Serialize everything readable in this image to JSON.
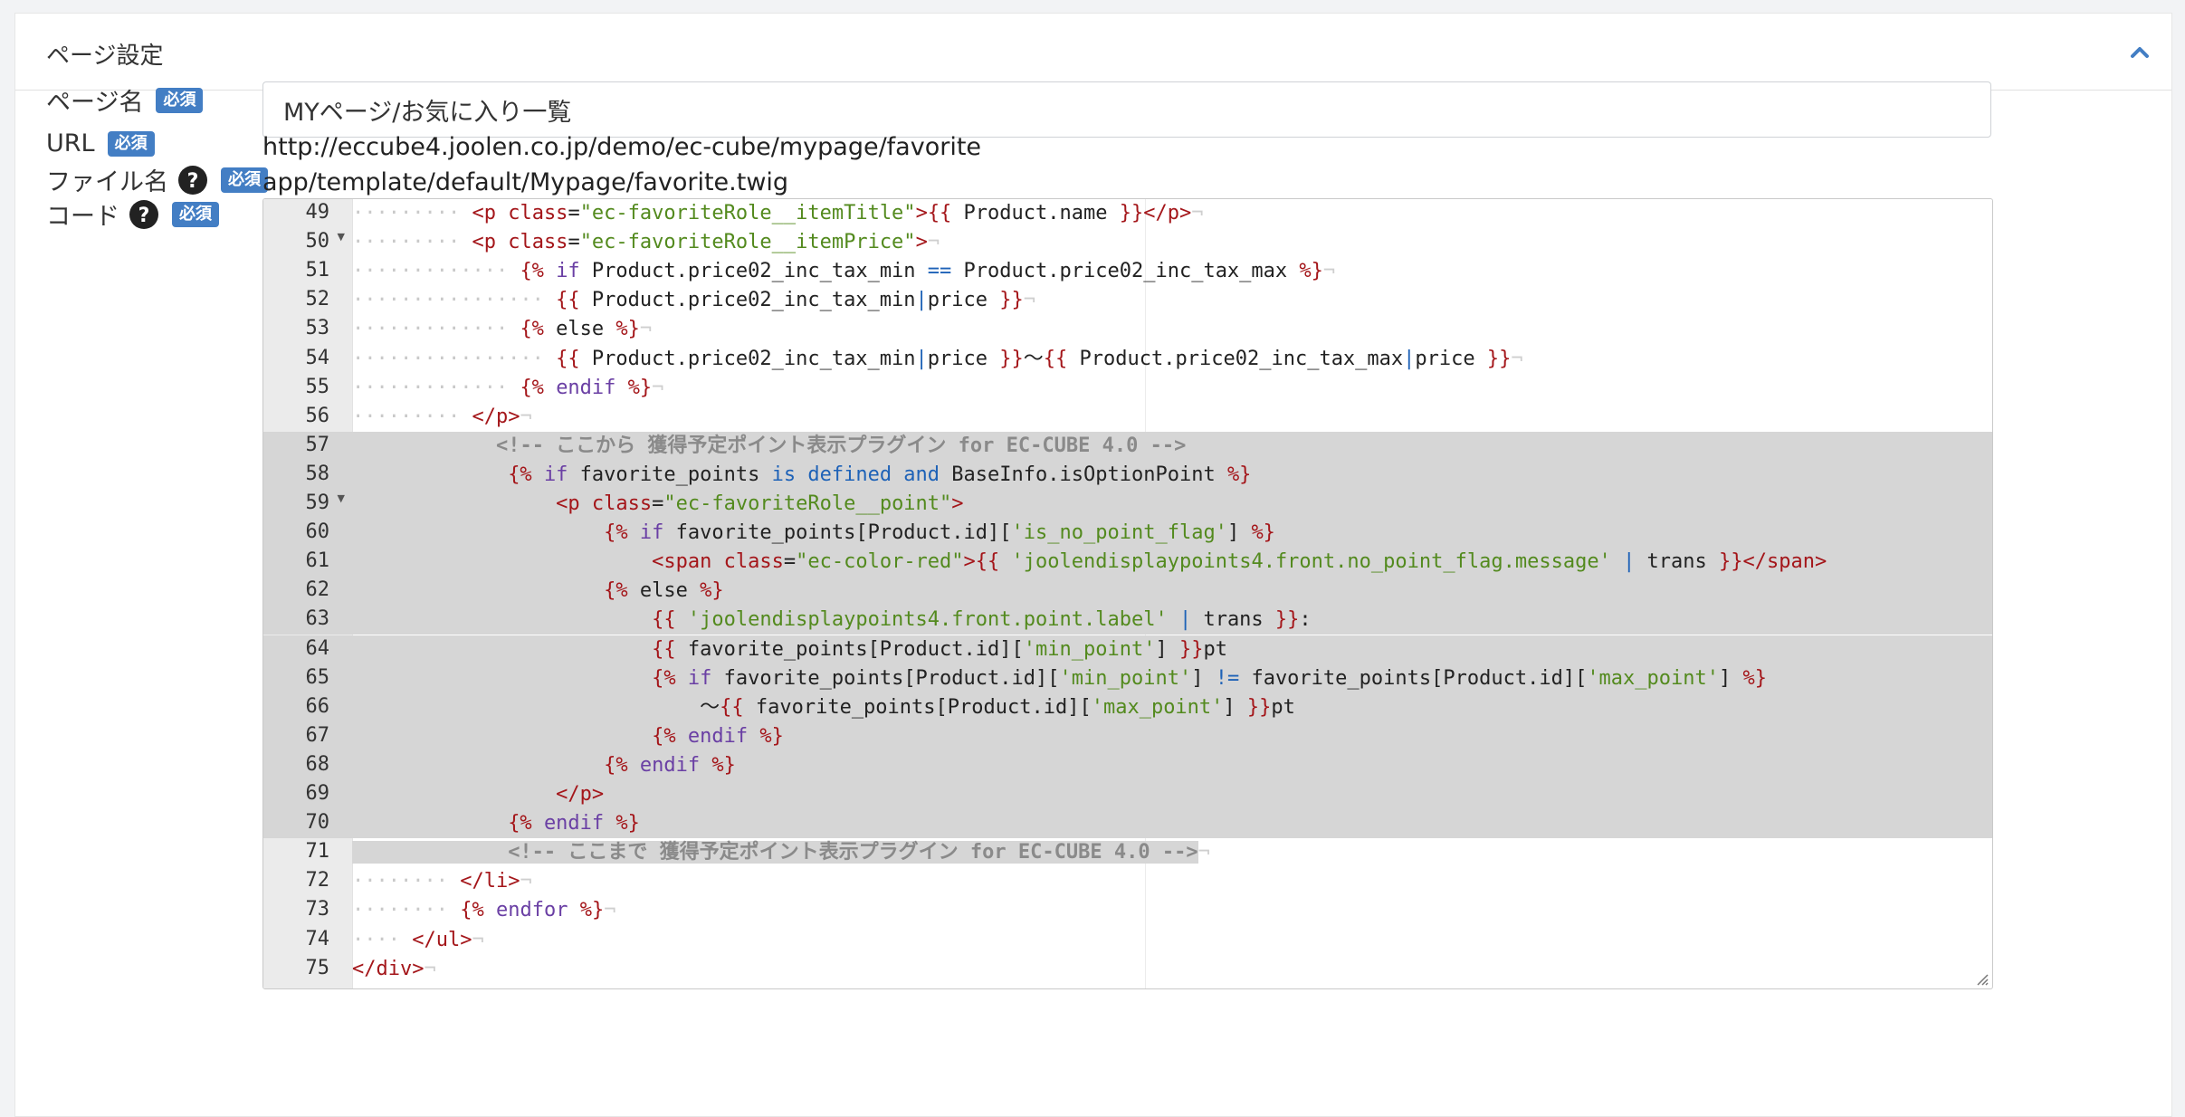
{
  "panel": {
    "title": "ページ設定"
  },
  "fields": {
    "page_name": {
      "label": "ページ名",
      "badge": "必須",
      "value": "MYページ/お気に入り一覧"
    },
    "url": {
      "label": "URL",
      "badge": "必須",
      "value": "http://eccube4.joolen.co.jp/demo/ec-cube/mypage/favorite"
    },
    "file_name": {
      "label": "ファイル名",
      "badge": "必須",
      "value": "app/template/default/Mypage/favorite.twig"
    },
    "code": {
      "label": "コード",
      "badge": "必須"
    }
  },
  "icons": {
    "collapse": "chevron-up-icon",
    "help": "question-circle-icon",
    "resize": "resize-handle-icon"
  },
  "colors": {
    "badge": "#437ec4",
    "selection": "#d6d6d6",
    "tag": "#a4161a",
    "string": "#538a1e",
    "keyword": "#6a3fa4",
    "operator": "#1e62b7",
    "comment": "#8a8a8a"
  },
  "editor": {
    "lines": [
      {
        "n": "49",
        "fold": false,
        "hl": "none",
        "parts": [
          [
            "ind",
            "········· "
          ],
          [
            "t",
            "<p"
          ],
          [
            "p",
            " "
          ],
          [
            "a",
            "class"
          ],
          [
            "p",
            "="
          ],
          [
            "s",
            "\"ec-favoriteRole__itemTitle\""
          ],
          [
            "t",
            ">"
          ],
          [
            "d",
            "{{"
          ],
          [
            "p",
            " Product.name "
          ],
          [
            "d",
            "}}"
          ],
          [
            "t",
            "</p>"
          ]
        ]
      },
      {
        "n": "50",
        "fold": true,
        "hl": "none",
        "parts": [
          [
            "ind",
            "········· "
          ],
          [
            "t",
            "<p"
          ],
          [
            "p",
            " "
          ],
          [
            "a",
            "class"
          ],
          [
            "p",
            "="
          ],
          [
            "s",
            "\"ec-favoriteRole__itemPrice\""
          ],
          [
            "t",
            ">"
          ]
        ]
      },
      {
        "n": "51",
        "fold": false,
        "hl": "none",
        "parts": [
          [
            "ind",
            "············· "
          ],
          [
            "d",
            "{%"
          ],
          [
            "p",
            " "
          ],
          [
            "k",
            "if"
          ],
          [
            "p",
            " Product.price02_inc_tax_min "
          ],
          [
            "o",
            "=="
          ],
          [
            "p",
            " Product.price02_inc_tax_max "
          ],
          [
            "d",
            "%}"
          ]
        ]
      },
      {
        "n": "52",
        "fold": false,
        "hl": "none",
        "parts": [
          [
            "ind",
            "················ "
          ],
          [
            "d",
            "{{"
          ],
          [
            "p",
            " Product.price02_inc_tax_min"
          ],
          [
            "o",
            "|"
          ],
          [
            "p",
            "price "
          ],
          [
            "d",
            "}}"
          ]
        ]
      },
      {
        "n": "53",
        "fold": false,
        "hl": "none",
        "parts": [
          [
            "ind",
            "············· "
          ],
          [
            "d",
            "{%"
          ],
          [
            "p",
            " else "
          ],
          [
            "d",
            "%}"
          ]
        ]
      },
      {
        "n": "54",
        "fold": false,
        "hl": "none",
        "parts": [
          [
            "ind",
            "················ "
          ],
          [
            "d",
            "{{"
          ],
          [
            "p",
            " Product.price02_inc_tax_min"
          ],
          [
            "o",
            "|"
          ],
          [
            "p",
            "price "
          ],
          [
            "d",
            "}}"
          ],
          [
            "p",
            "～"
          ],
          [
            "d",
            "{{"
          ],
          [
            "p",
            " Product.price02_inc_tax_max"
          ],
          [
            "o",
            "|"
          ],
          [
            "p",
            "price "
          ],
          [
            "d",
            "}}"
          ]
        ]
      },
      {
        "n": "55",
        "fold": false,
        "hl": "none",
        "parts": [
          [
            "ind",
            "············· "
          ],
          [
            "d",
            "{%"
          ],
          [
            "p",
            " "
          ],
          [
            "k",
            "endif"
          ],
          [
            "p",
            " "
          ],
          [
            "d",
            "%}"
          ]
        ]
      },
      {
        "n": "56",
        "fold": false,
        "hl": "none",
        "parts": [
          [
            "ind",
            "········· "
          ],
          [
            "t",
            "</p>"
          ]
        ]
      },
      {
        "n": "57",
        "fold": false,
        "hl": "full",
        "parts": [
          [
            "p",
            "            "
          ],
          [
            "c",
            "<!-- ここから 獲得予定ポイント表示プラグイン for EC-CUBE 4.0 -->"
          ]
        ]
      },
      {
        "n": "58",
        "fold": false,
        "hl": "full",
        "parts": [
          [
            "p",
            "             "
          ],
          [
            "d",
            "{%"
          ],
          [
            "p",
            " "
          ],
          [
            "k",
            "if"
          ],
          [
            "p",
            " favorite_points "
          ],
          [
            "o",
            "is defined and"
          ],
          [
            "p",
            " BaseInfo.isOptionPoint "
          ],
          [
            "d",
            "%}"
          ]
        ]
      },
      {
        "n": "59",
        "fold": true,
        "hl": "full",
        "parts": [
          [
            "p",
            "                 "
          ],
          [
            "t",
            "<p"
          ],
          [
            "p",
            " "
          ],
          [
            "a",
            "class"
          ],
          [
            "p",
            "="
          ],
          [
            "s",
            "\"ec-favoriteRole__point\""
          ],
          [
            "t",
            ">"
          ]
        ]
      },
      {
        "n": "60",
        "fold": false,
        "hl": "full",
        "parts": [
          [
            "p",
            "                     "
          ],
          [
            "d",
            "{%"
          ],
          [
            "p",
            " "
          ],
          [
            "k",
            "if"
          ],
          [
            "p",
            " favorite_points[Product.id]["
          ],
          [
            "s",
            "'is_no_point_flag'"
          ],
          [
            "p",
            "] "
          ],
          [
            "d",
            "%}"
          ]
        ]
      },
      {
        "n": "61",
        "fold": false,
        "hl": "full",
        "parts": [
          [
            "p",
            "                         "
          ],
          [
            "t",
            "<span"
          ],
          [
            "p",
            " "
          ],
          [
            "a",
            "class"
          ],
          [
            "p",
            "="
          ],
          [
            "s",
            "\"ec-color-red\""
          ],
          [
            "t",
            ">"
          ],
          [
            "d",
            "{{"
          ],
          [
            "p",
            " "
          ],
          [
            "s",
            "'joolendisplaypoints4.front.no_point_flag.message'"
          ],
          [
            "p",
            " "
          ],
          [
            "o",
            "|"
          ],
          [
            "p",
            " trans "
          ],
          [
            "d",
            "}}"
          ],
          [
            "t",
            "</span>"
          ]
        ]
      },
      {
        "n": "62",
        "fold": false,
        "hl": "full",
        "parts": [
          [
            "p",
            "                     "
          ],
          [
            "d",
            "{%"
          ],
          [
            "p",
            " else "
          ],
          [
            "d",
            "%}"
          ]
        ]
      },
      {
        "n": "63",
        "fold": false,
        "hl": "full",
        "parts": [
          [
            "p",
            "                         "
          ],
          [
            "d",
            "{{"
          ],
          [
            "p",
            " "
          ],
          [
            "s",
            "'joolendisplaypoints4.front.point.label'"
          ],
          [
            "p",
            " "
          ],
          [
            "o",
            "|"
          ],
          [
            "p",
            " trans "
          ],
          [
            "d",
            "}}"
          ],
          [
            "p",
            ":"
          ]
        ]
      },
      {
        "n": "64",
        "fold": false,
        "hl": "full",
        "parts": [
          [
            "p",
            "                         "
          ],
          [
            "d",
            "{{"
          ],
          [
            "p",
            " favorite_points[Product.id]["
          ],
          [
            "s",
            "'min_point'"
          ],
          [
            "p",
            "] "
          ],
          [
            "d",
            "}}"
          ],
          [
            "p",
            "pt"
          ]
        ]
      },
      {
        "n": "65",
        "fold": false,
        "hl": "full",
        "parts": [
          [
            "p",
            "                         "
          ],
          [
            "d",
            "{%"
          ],
          [
            "p",
            " "
          ],
          [
            "k",
            "if"
          ],
          [
            "p",
            " favorite_points[Product.id]["
          ],
          [
            "s",
            "'min_point'"
          ],
          [
            "p",
            "] "
          ],
          [
            "o",
            "!="
          ],
          [
            "p",
            " favorite_points[Product.id]["
          ],
          [
            "s",
            "'max_point'"
          ],
          [
            "p",
            "] "
          ],
          [
            "d",
            "%}"
          ]
        ]
      },
      {
        "n": "66",
        "fold": false,
        "hl": "full",
        "parts": [
          [
            "p",
            "                             ～"
          ],
          [
            "d",
            "{{"
          ],
          [
            "p",
            " favorite_points[Product.id]["
          ],
          [
            "s",
            "'max_point'"
          ],
          [
            "p",
            "] "
          ],
          [
            "d",
            "}}"
          ],
          [
            "p",
            "pt"
          ]
        ]
      },
      {
        "n": "67",
        "fold": false,
        "hl": "full",
        "parts": [
          [
            "p",
            "                         "
          ],
          [
            "d",
            "{%"
          ],
          [
            "p",
            " "
          ],
          [
            "k",
            "endif"
          ],
          [
            "p",
            " "
          ],
          [
            "d",
            "%}"
          ]
        ]
      },
      {
        "n": "68",
        "fold": false,
        "hl": "full",
        "parts": [
          [
            "p",
            "                     "
          ],
          [
            "d",
            "{%"
          ],
          [
            "p",
            " "
          ],
          [
            "k",
            "endif"
          ],
          [
            "p",
            " "
          ],
          [
            "d",
            "%}"
          ]
        ]
      },
      {
        "n": "69",
        "fold": false,
        "hl": "full",
        "parts": [
          [
            "p",
            "                 "
          ],
          [
            "t",
            "</p>"
          ]
        ]
      },
      {
        "n": "70",
        "fold": false,
        "hl": "full",
        "parts": [
          [
            "p",
            "             "
          ],
          [
            "d",
            "{%"
          ],
          [
            "p",
            " "
          ],
          [
            "k",
            "endif"
          ],
          [
            "p",
            " "
          ],
          [
            "d",
            "%}"
          ]
        ]
      },
      {
        "n": "71",
        "fold": false,
        "hl": "partial",
        "parts": [
          [
            "p",
            "             "
          ],
          [
            "c",
            "<!-- ここまで 獲得予定ポイント表示プラグイン for EC-CUBE 4.0 -->"
          ]
        ]
      },
      {
        "n": "72",
        "fold": false,
        "hl": "none",
        "parts": [
          [
            "ind",
            "········ "
          ],
          [
            "t",
            "</li>"
          ]
        ]
      },
      {
        "n": "73",
        "fold": false,
        "hl": "none",
        "parts": [
          [
            "ind",
            "········ "
          ],
          [
            "d",
            "{%"
          ],
          [
            "p",
            " "
          ],
          [
            "k",
            "endfor"
          ],
          [
            "p",
            " "
          ],
          [
            "d",
            "%}"
          ]
        ]
      },
      {
        "n": "74",
        "fold": false,
        "hl": "none",
        "parts": [
          [
            "ind",
            "···· "
          ],
          [
            "t",
            "</ul>"
          ]
        ]
      },
      {
        "n": "75",
        "fold": false,
        "hl": "none",
        "parts": [
          [
            "t",
            "</div>"
          ]
        ]
      }
    ]
  }
}
